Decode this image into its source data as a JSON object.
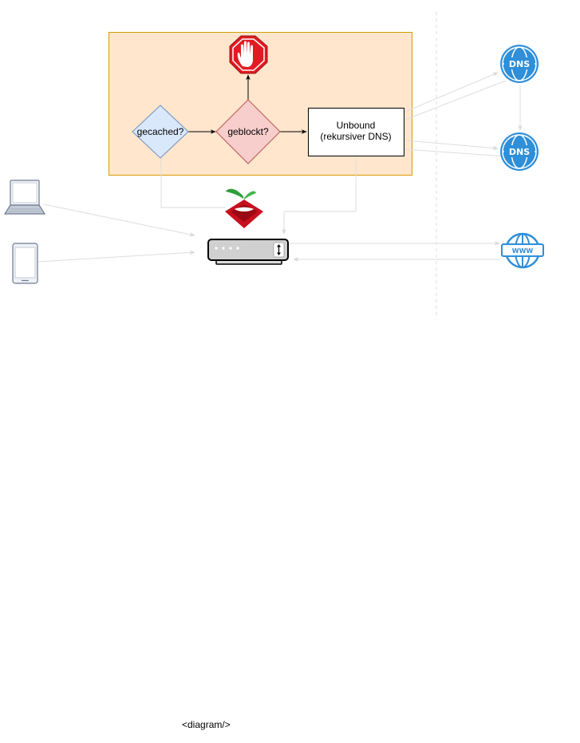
{
  "diagram": {
    "nodes": {
      "cached": "gecached?",
      "blocked": "geblockt?",
      "unbound_line1": "Unbound",
      "unbound_line2": "(rekursiver DNS)",
      "dns_top": "DNS",
      "dns_bottom": "DNS",
      "www": "WWW"
    },
    "icons": {
      "stop": "stop-hand-icon",
      "pihole": "pihole-logo-icon",
      "router": "router-icon",
      "laptop": "laptop-icon",
      "phone": "smartphone-icon"
    },
    "colors": {
      "pihole_box_fill": "#ffe6cc",
      "pihole_box_stroke": "#d79b00",
      "cached_fill": "#dae8fc",
      "cached_stroke": "#6c8ebf",
      "blocked_fill": "#f8cecc",
      "blocked_stroke": "#b85450",
      "dns_blue": "#2f8fd8",
      "stop_red": "#e21b23",
      "connector_gray": "#dddddd"
    }
  },
  "footer": "<diagram/>"
}
